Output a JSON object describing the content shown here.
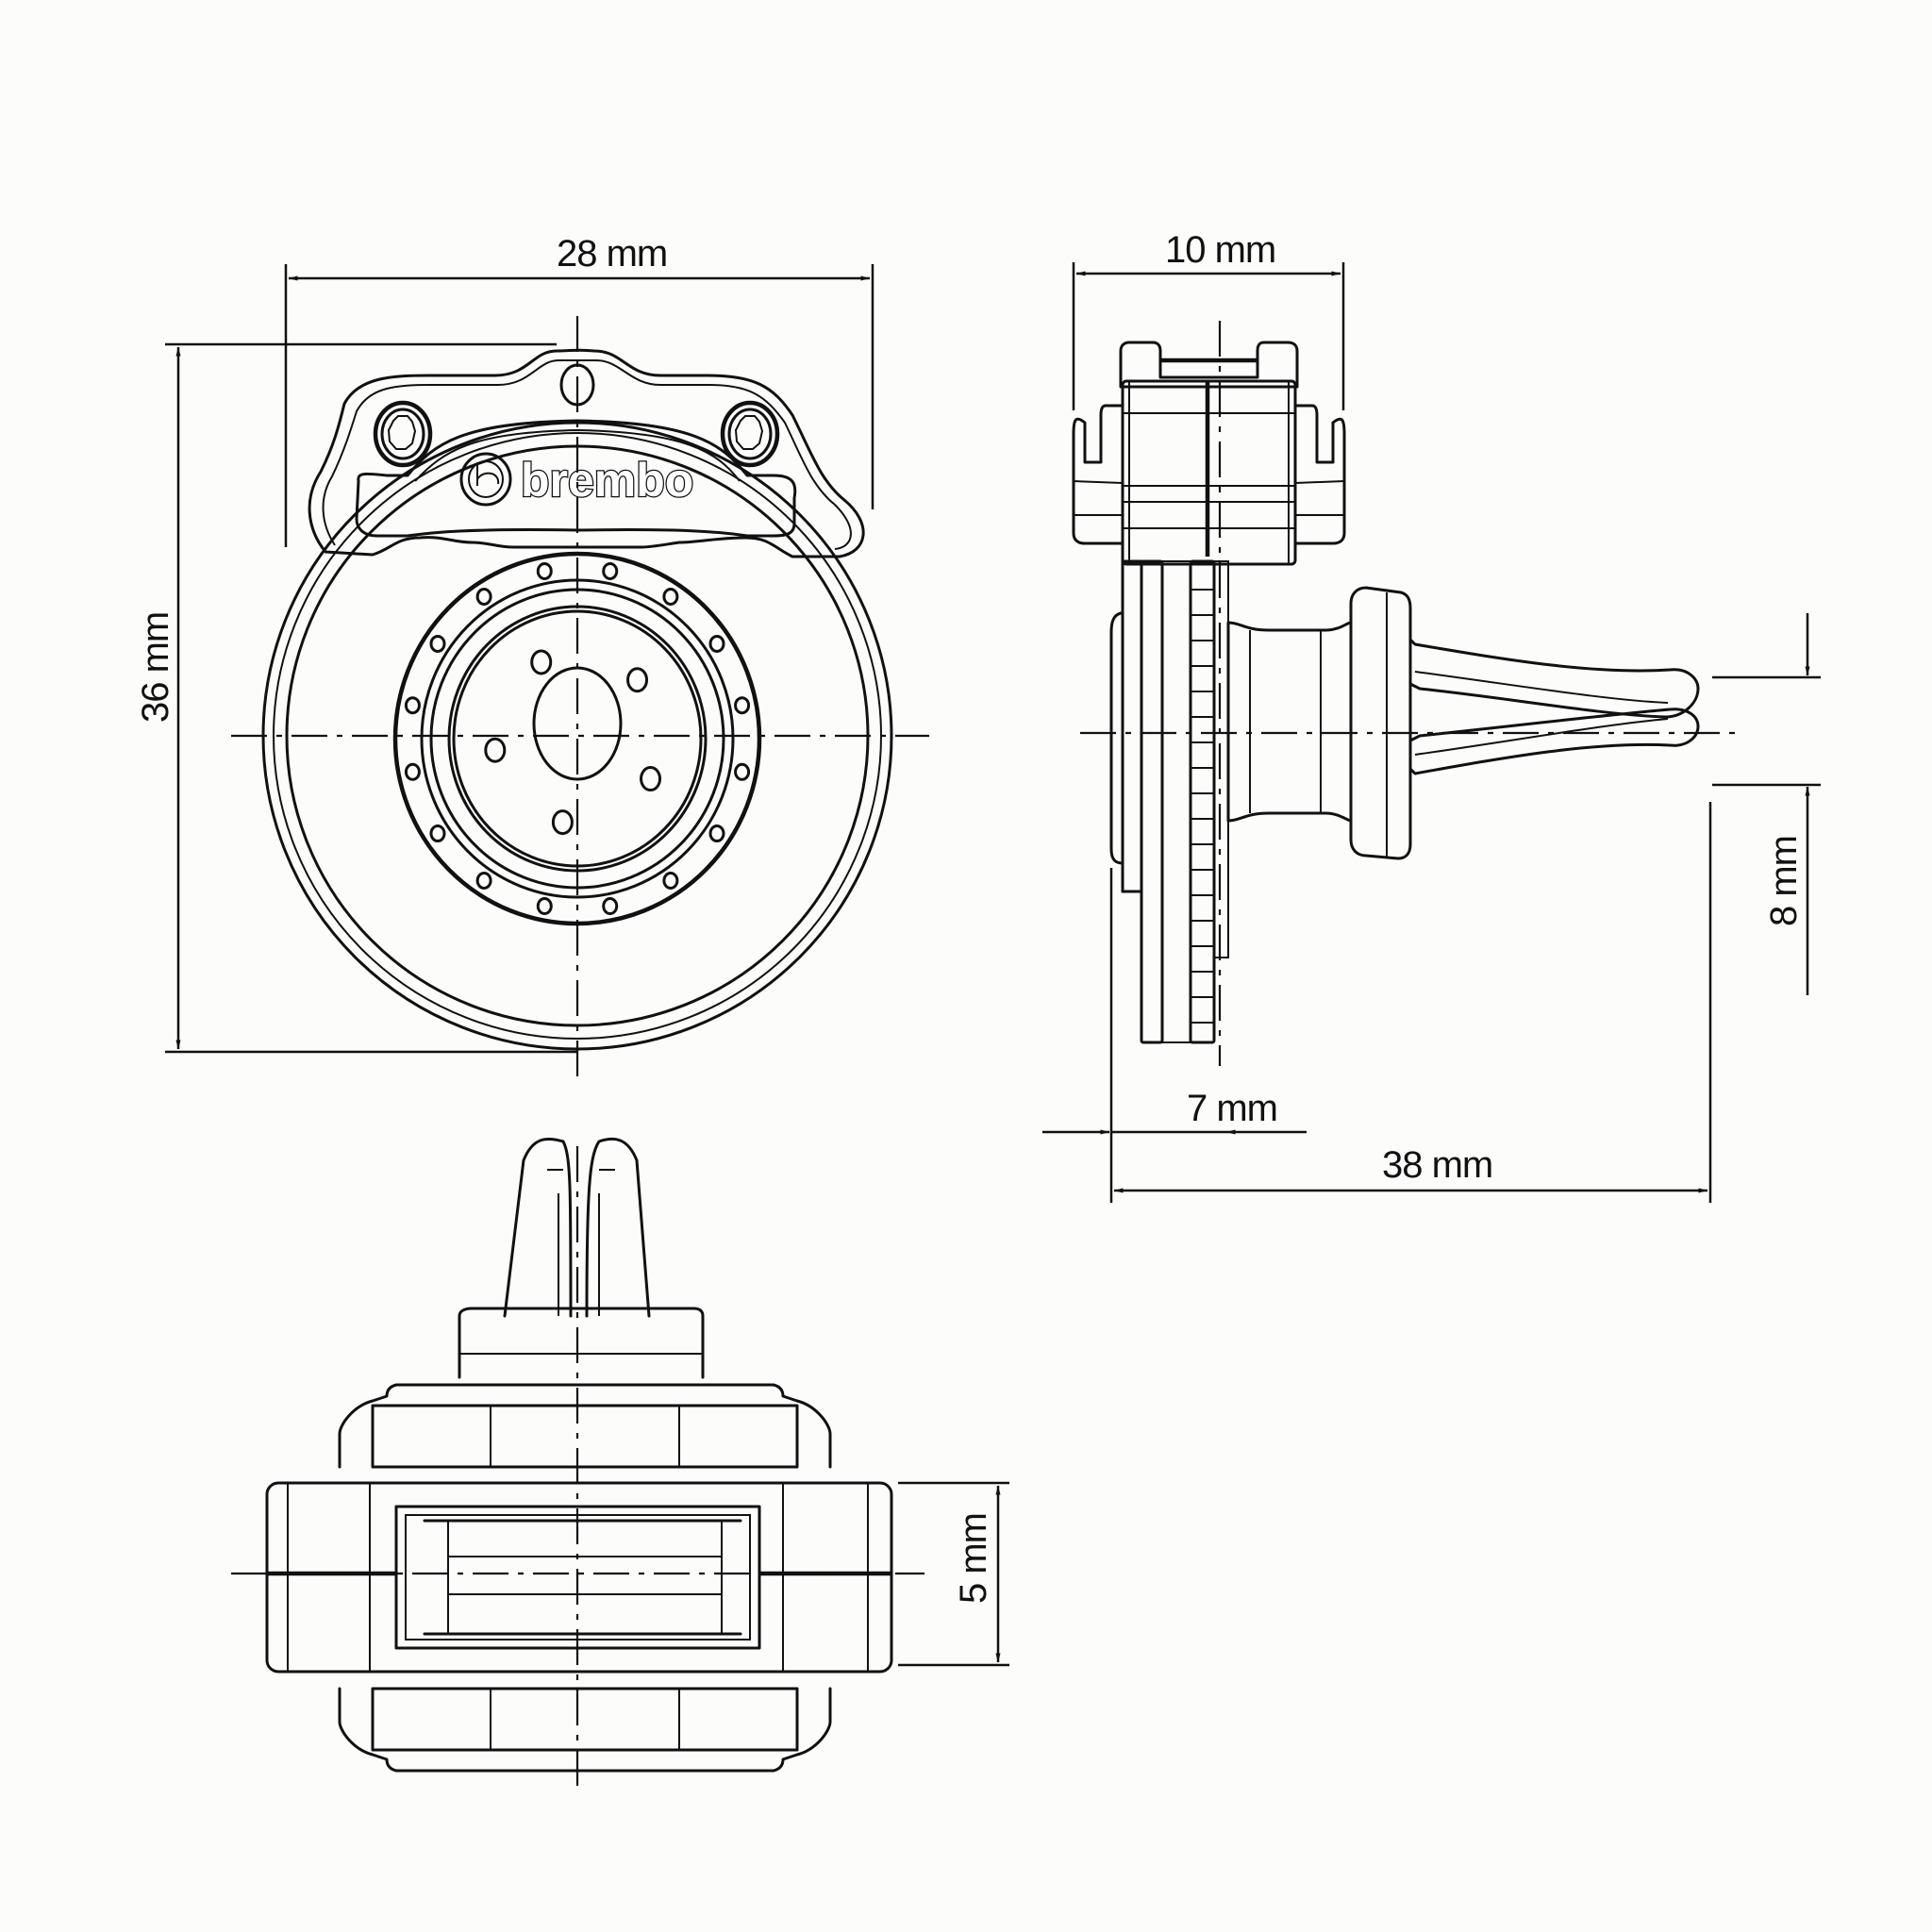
{
  "drawing": {
    "brand_logo_text": "brembo",
    "views": {
      "front": {
        "dimensions": {
          "width": "28 mm",
          "height": "36 mm"
        },
        "disc_outer_holes": 16,
        "wheel_bolt_holes": 5
      },
      "side": {
        "dimensions": {
          "caliper_width": "10 mm",
          "disc_offset": "7 mm",
          "overall_depth": "38 mm",
          "clip_gap": "8 mm"
        }
      },
      "top": {
        "dimensions": {
          "thickness": "5 mm"
        }
      }
    }
  }
}
